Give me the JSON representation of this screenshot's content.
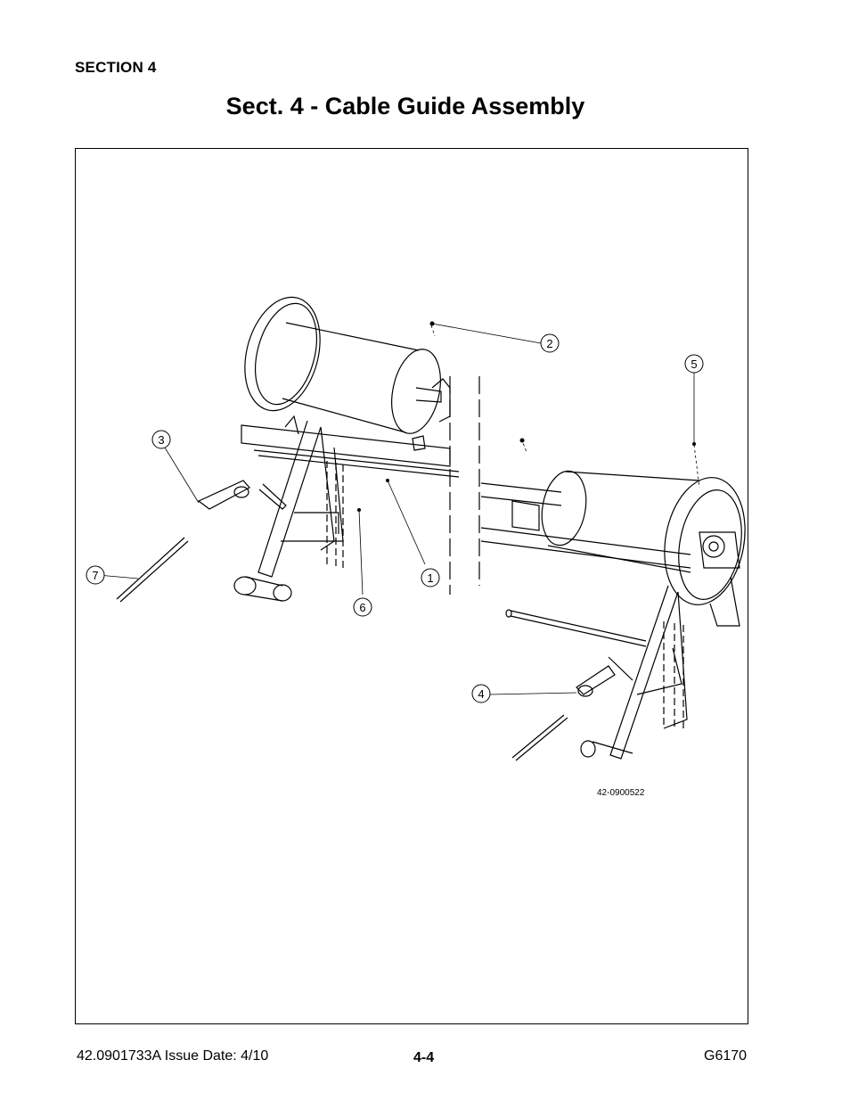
{
  "header": {
    "section_label": "SECTION 4",
    "title": "Sect. 4 - Cable Guide Assembly"
  },
  "figure": {
    "callouts": [
      "1",
      "2",
      "3",
      "4",
      "5",
      "6",
      "7"
    ],
    "drawing_number": "42-0900522"
  },
  "footer": {
    "doc_issue": "42.0901733A  Issue Date: 4/10",
    "page_number": "4-4",
    "model": "G6170"
  }
}
